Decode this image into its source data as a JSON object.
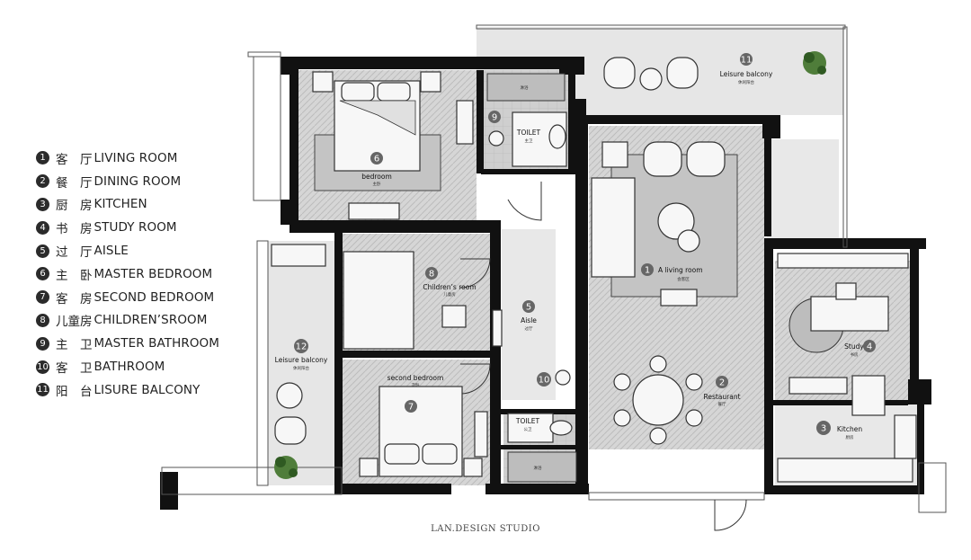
{
  "legend": [
    {
      "num": "1",
      "zh": "客　厅",
      "en": "LIVING ROOM"
    },
    {
      "num": "2",
      "zh": "餐　厅",
      "en": "DINING ROOM"
    },
    {
      "num": "3",
      "zh": "厨　房",
      "en": "KITCHEN"
    },
    {
      "num": "4",
      "zh": "书　房",
      "en": "STUDY ROOM"
    },
    {
      "num": "5",
      "zh": "过　厅",
      "en": "AISLE"
    },
    {
      "num": "6",
      "zh": "主　卧",
      "en": "MASTER BEDROOM"
    },
    {
      "num": "7",
      "zh": "客　房",
      "en": "SECOND BEDROOM"
    },
    {
      "num": "8",
      "zh": "儿童房",
      "en": "CHILDREN’SROOM"
    },
    {
      "num": "9",
      "zh": "主　卫",
      "en": " MASTER BATHROOM"
    },
    {
      "num": "10",
      "zh": "客　卫",
      "en": "BATHROOM"
    },
    {
      "num": "11",
      "zh": "阳　台",
      "en": "LISURE BALCONY"
    }
  ],
  "rooms": {
    "living": {
      "num": "1",
      "en": "A living room",
      "zh": "会客区"
    },
    "restaurant": {
      "num": "2",
      "en": "Restaurant",
      "zh": "餐厅"
    },
    "kitchen": {
      "num": "3",
      "en": "Kitchen",
      "zh": "厨房"
    },
    "study": {
      "num": "4",
      "en": "Study",
      "zh": "书房"
    },
    "aisle": {
      "num": "5",
      "en": "Aisle",
      "zh": "过厅"
    },
    "bedroom": {
      "num": "6",
      "en": "bedroom",
      "zh": "主卧"
    },
    "second_bedroom": {
      "num": "7",
      "en": "second bedroom",
      "zh": "次卧"
    },
    "childrens_room": {
      "num": "8",
      "en": "Children’s room",
      "zh": "儿童房"
    },
    "master_bath": {
      "num": "9",
      "en": "TOILET",
      "zh": "主卫",
      "shower_zh": "淋浴"
    },
    "bath": {
      "num": "10",
      "en": "TOILET",
      "zh": "公卫",
      "shower_zh": "淋浴"
    },
    "balcony_top": {
      "num": "11",
      "en": "Leisure balcony",
      "zh": "休闲阳台"
    },
    "balcony_left": {
      "num": "12",
      "en": "Leisure balcony",
      "zh": "休闲阳台"
    }
  },
  "credit": "LAN.DESIGN STUDIO",
  "colors": {
    "wall": "#111111",
    "floor": "#d9d9d9",
    "marker": "#666666",
    "plant": "#4f7d3a"
  }
}
